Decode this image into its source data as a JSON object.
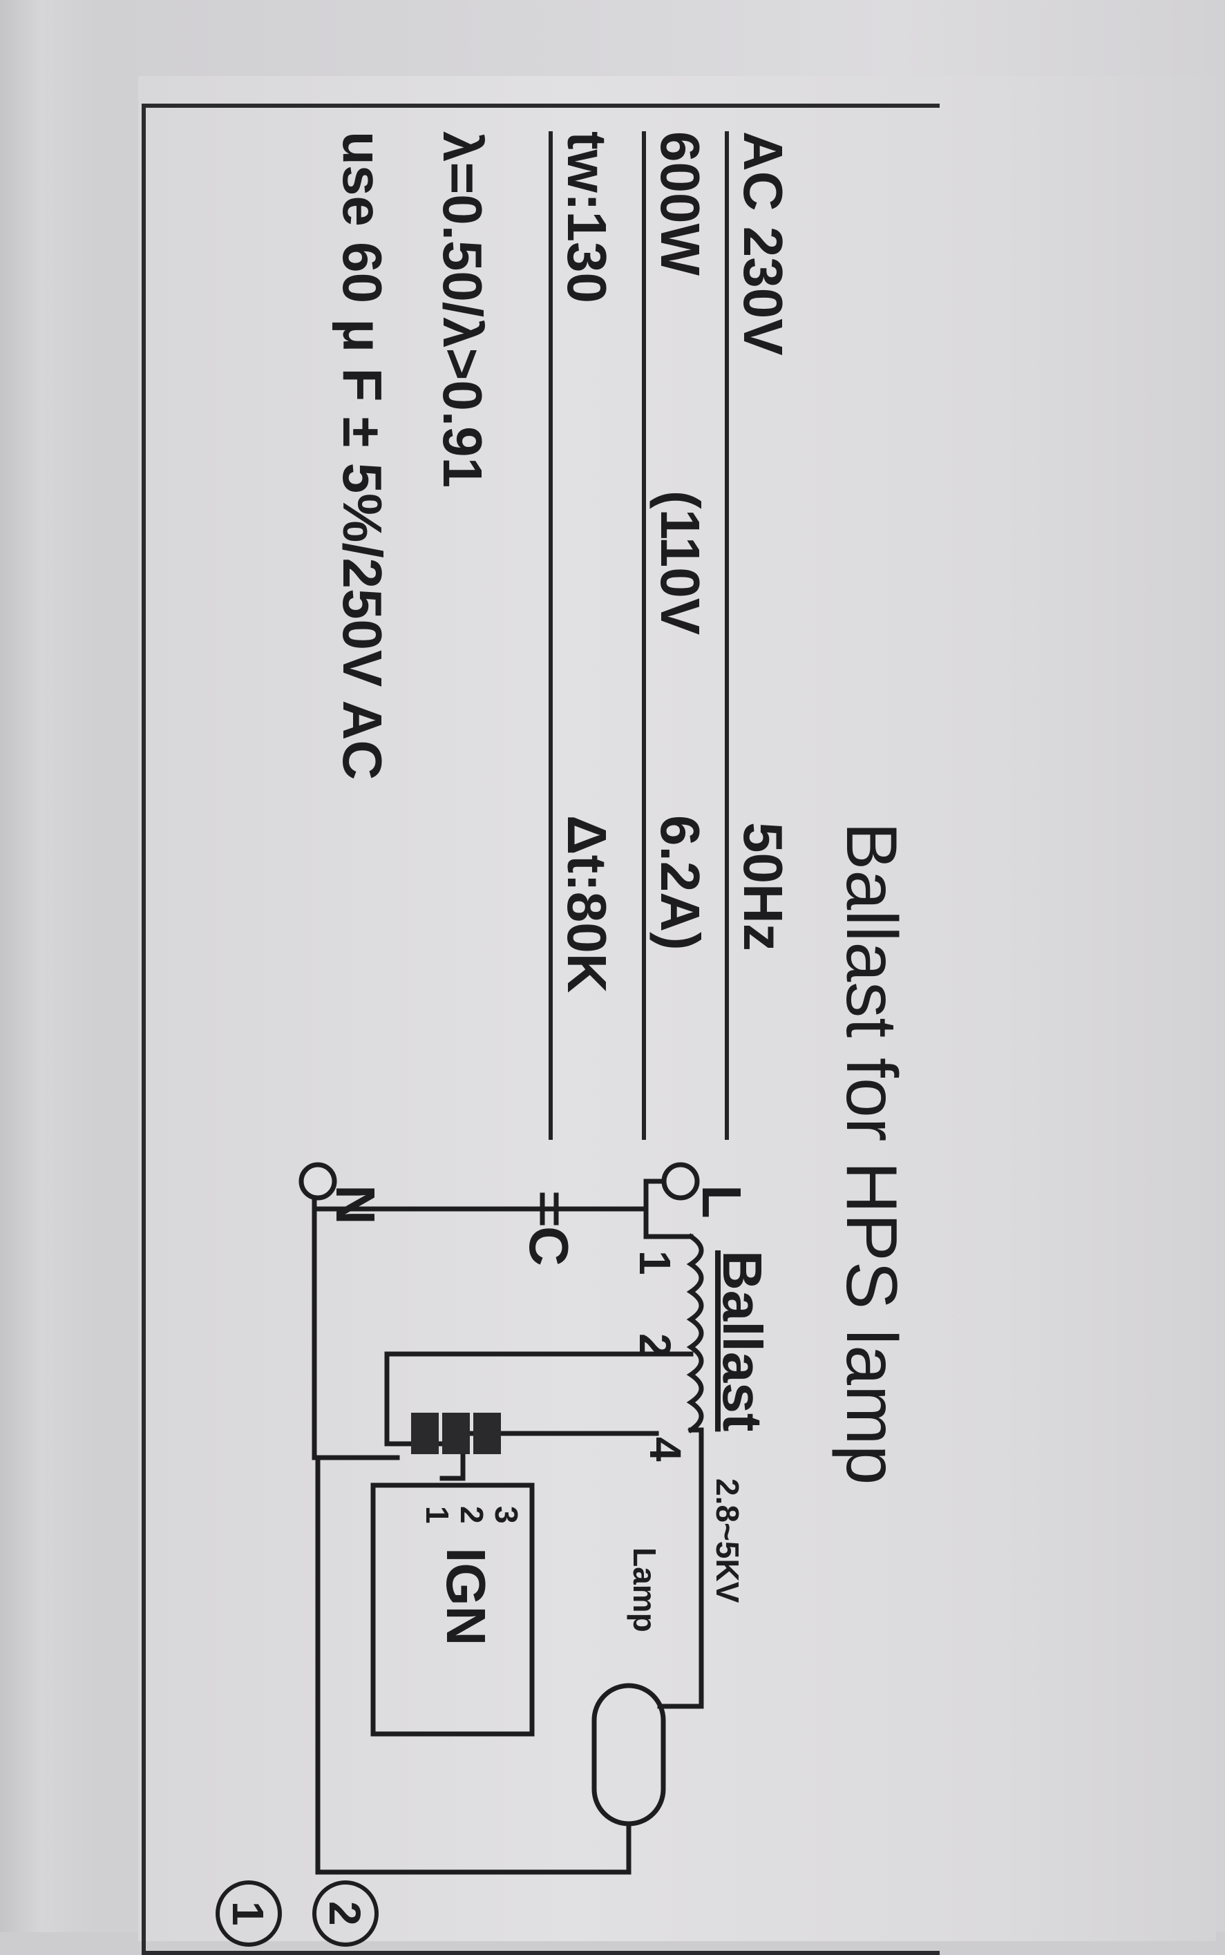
{
  "label": {
    "title": "Ballast for HPS lamp",
    "specs": {
      "row1_left": "AC 230V",
      "row1_right": "50Hz",
      "row2_left": "600W",
      "row2_mid": "(110V",
      "row2_right": "6.2A)",
      "row3_left": "tw:130",
      "row3_right": "Δt:80K",
      "row4": "λ=0.50/λ>0.91",
      "row5": "use 60 μ F ± 5%/250V AC"
    },
    "diagram": {
      "terminal_L": "L",
      "terminal_N": "N",
      "ballast_label": "Ballast",
      "ballast_tap_1": "1",
      "ballast_tap_2": "2",
      "ballast_tap_4": "4",
      "capacitor_label": "C",
      "ignition_voltage": "2.8~5KV",
      "lamp_label": "Lamp",
      "ignitor_label": "IGN",
      "ignitor_pins": [
        "3",
        "2",
        "1"
      ],
      "circled_1": "1",
      "circled_2": "2"
    }
  },
  "colors": {
    "ink": "#1d1d1f",
    "label_background": "#e0dfe1",
    "surround": "#cdcccf"
  }
}
